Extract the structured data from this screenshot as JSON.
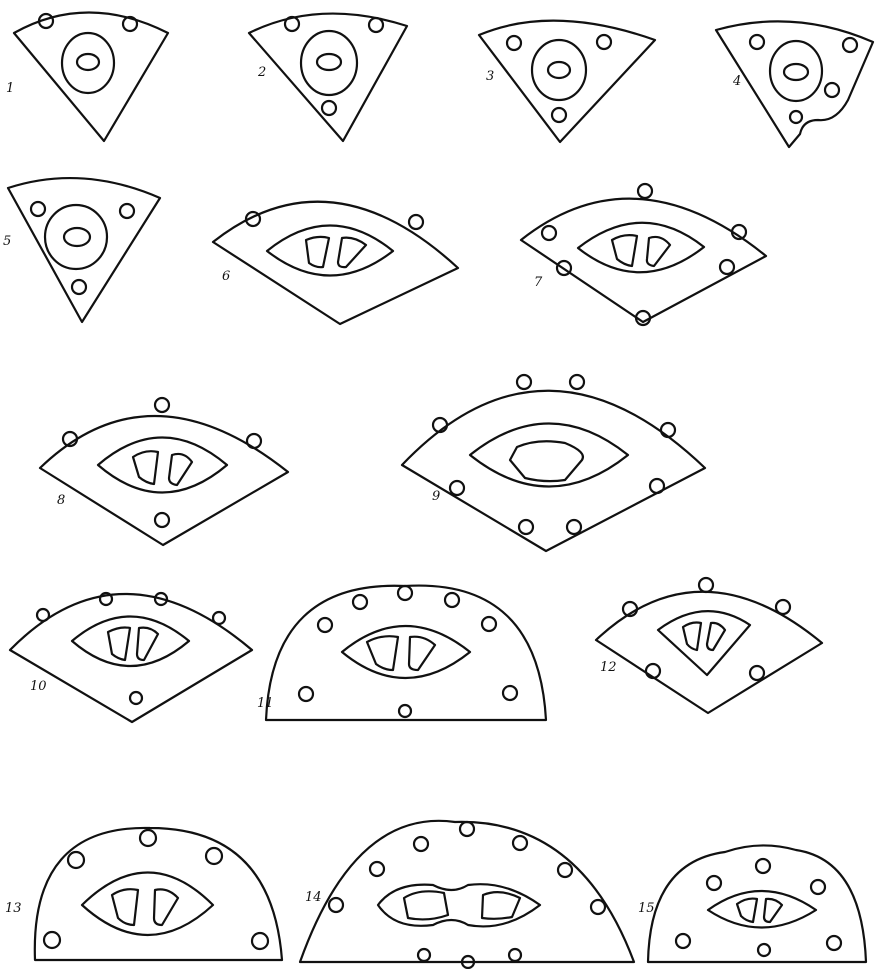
{
  "figure_labels": [
    "1",
    "2",
    "3",
    "4",
    "5",
    "6",
    "7",
    "8",
    "9",
    "10",
    "11",
    "12",
    "13",
    "14",
    "15"
  ],
  "colors": {
    "ink": "#111111",
    "background": "#ffffff"
  }
}
